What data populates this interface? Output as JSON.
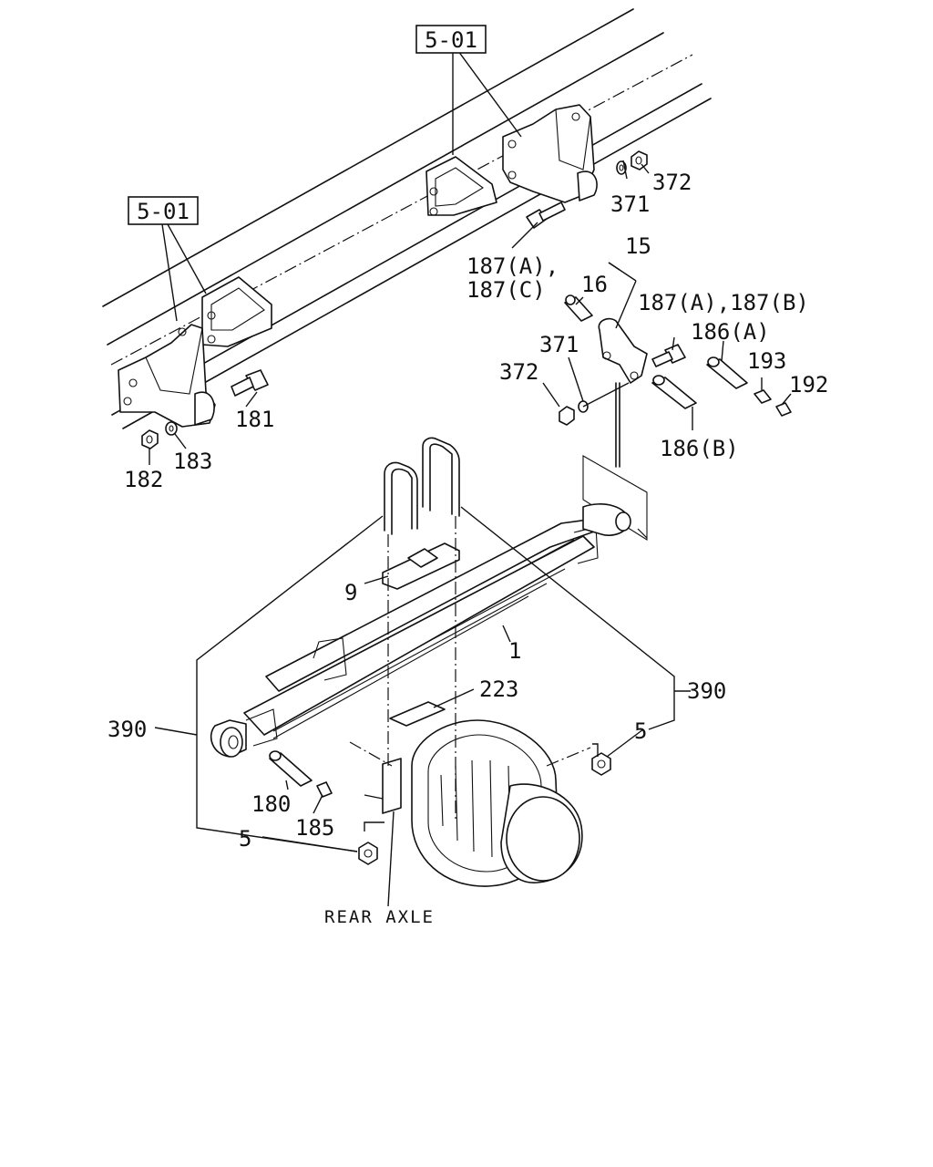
{
  "refs": {
    "top": "5-01",
    "left": "5-01"
  },
  "parts": {
    "p372_top": "372",
    "p371_top": "371",
    "p187a_top": "187(A),",
    "p187c_top": "187(C)",
    "p15": "15",
    "p16": "16",
    "p187ab": "187(A),187(B)",
    "p186a": "186(A)",
    "p371_mid": "371",
    "p372_mid": "372",
    "p193": "193",
    "p192": "192",
    "p186b": "186(B)",
    "p181": "181",
    "p182": "182",
    "p183": "183",
    "p9": "9",
    "p1": "1",
    "p223": "223",
    "p390_right": "390",
    "p5_right": "5",
    "p390_left": "390",
    "p180": "180",
    "p185": "185",
    "p5_left": "5"
  },
  "axle_label": "REAR AXLE"
}
